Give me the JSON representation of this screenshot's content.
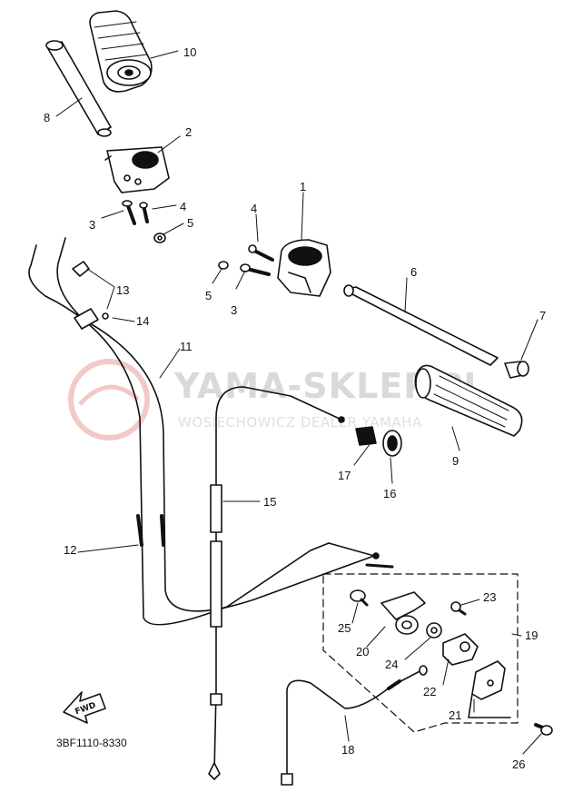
{
  "watermark": {
    "line1": "YAMA-SKLEP.PL",
    "line2": "WOSIECHOWICZ DEALER YAMAHA"
  },
  "diagram_code": "3BF1110-8330",
  "front_arrow_label": "FWD",
  "part_labels": {
    "p1": "1",
    "p2": "2",
    "p3a": "3",
    "p3b": "3",
    "p4a": "4",
    "p4b": "4",
    "p5a": "5",
    "p5b": "5",
    "p6": "6",
    "p7": "7",
    "p8": "8",
    "p9": "9",
    "p10": "10",
    "p11": "11",
    "p12": "12",
    "p13": "13",
    "p14": "14",
    "p15": "15",
    "p16": "16",
    "p17": "17",
    "p18": "18",
    "p19": "19",
    "p20": "20",
    "p21": "21",
    "p22": "22",
    "p23": "23",
    "p24": "24",
    "p25": "25",
    "p26": "26"
  }
}
